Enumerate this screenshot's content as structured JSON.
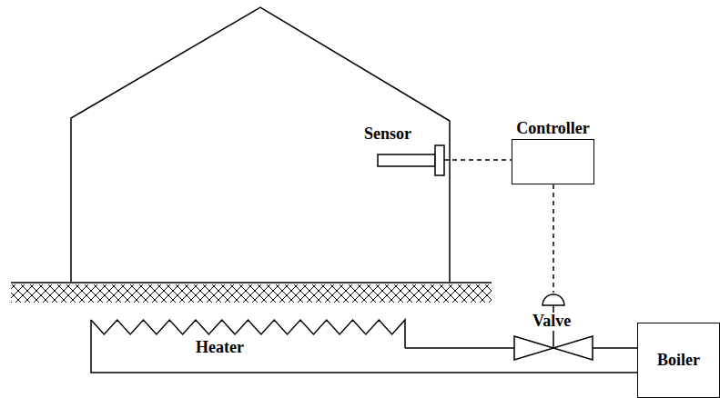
{
  "diagram": {
    "nodes": [
      {
        "text": [
          "Controller"
        ]
      },
      {
        "text": [
          "Boiler"
        ]
      }
    ],
    "labels": [
      "Sensor",
      "Valve",
      "Heater"
    ]
  }
}
